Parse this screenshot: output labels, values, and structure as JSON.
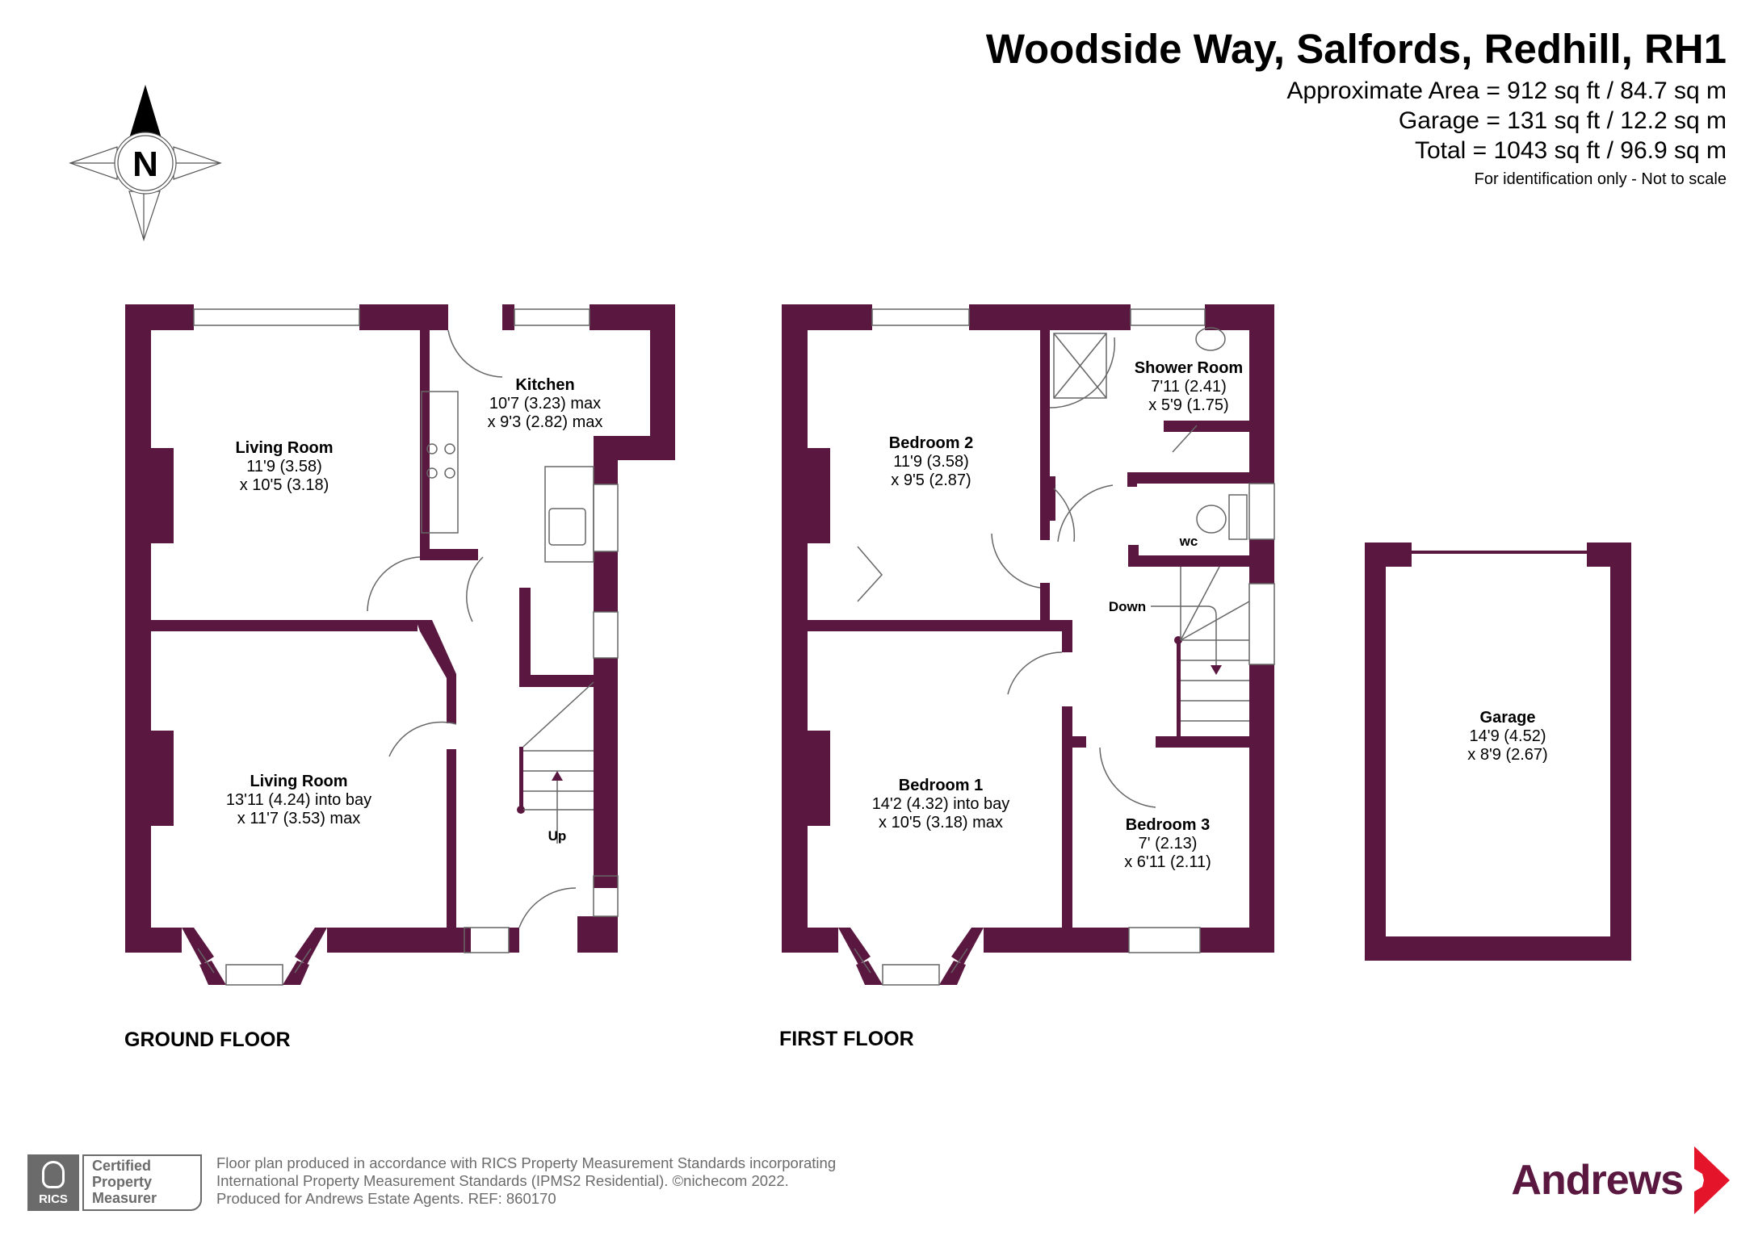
{
  "header": {
    "title": "Woodside Way, Salfords, Redhill, RH1",
    "approx_area": "Approximate Area = 912 sq ft / 84.7 sq m",
    "garage_area": "Garage = 131 sq ft / 12.2 sq m",
    "total_area": "Total = 1043 sq ft / 96.9 sq m",
    "disclaimer": "For identification only - Not to scale"
  },
  "compass": {
    "icon": "north-compass-icon",
    "label": "N"
  },
  "colors": {
    "wall": "#5a1840",
    "brand": "#5a1840",
    "brand_accent": "#e4152b",
    "footer_grey": "#6b6b6b"
  },
  "ground_floor": {
    "label": "GROUND FLOOR",
    "rooms": [
      {
        "name": "Living Room",
        "dim1": "11'9 (3.58)",
        "dim2": "x 10'5 (3.18)"
      },
      {
        "name": "Kitchen",
        "dim1": "10'7 (3.23) max",
        "dim2": "x 9'3 (2.82) max"
      },
      {
        "name": "Living Room",
        "dim1": "13'11 (4.24) into bay",
        "dim2": "x 11'7 (3.53) max"
      }
    ],
    "stairs_label": "Up"
  },
  "first_floor": {
    "label": "FIRST FLOOR",
    "rooms": [
      {
        "name": "Bedroom 2",
        "dim1": "11'9 (3.58)",
        "dim2": "x 9'5 (2.87)"
      },
      {
        "name": "Shower Room",
        "dim1": "7'11 (2.41)",
        "dim2": "x 5'9 (1.75)"
      },
      {
        "name": "WC"
      },
      {
        "name": "Bedroom 1",
        "dim1": "14'2 (4.32) into bay",
        "dim2": "x 10'5 (3.18) max"
      },
      {
        "name": "Bedroom 3",
        "dim1": "7' (2.13)",
        "dim2": "x 6'11 (2.11)"
      }
    ],
    "stairs_label": "Down",
    "wc_label": "wc"
  },
  "garage": {
    "name": "Garage",
    "dim1": "14'9 (4.52)",
    "dim2": "x 8'9 (2.67)"
  },
  "footer": {
    "rics_logo": "RICS",
    "badge_line1": "Certified",
    "badge_line2": "Property",
    "badge_line3": "Measurer",
    "note_line1": "Floor plan produced in accordance with RICS Property Measurement Standards incorporating",
    "note_line2": "International Property Measurement Standards (IPMS2 Residential).   ©nichecom 2022.",
    "note_line3": "Produced for Andrews Estate Agents.   REF:   860170",
    "brand_name": "Andrews"
  }
}
